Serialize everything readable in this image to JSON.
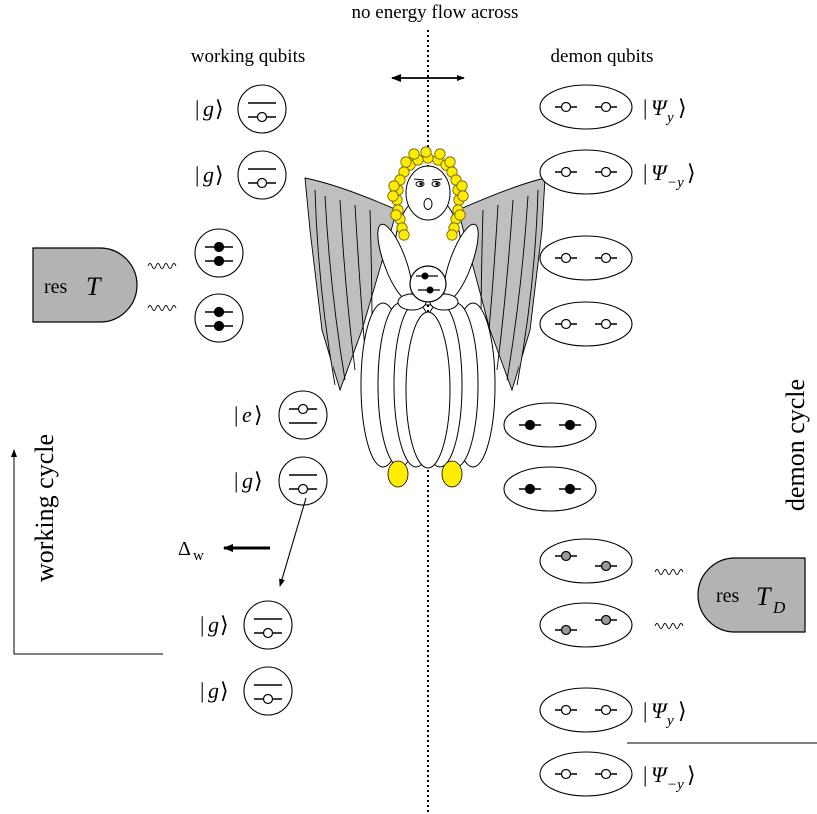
{
  "header": {
    "title": "no energy flow across"
  },
  "labels": {
    "working_qubits": "working qubits",
    "demon_qubits": "demon qubits",
    "working_cycle": "working cycle",
    "demon_cycle": "demon cycle",
    "delta_w_symbol": "Δ",
    "delta_w_sub": "w"
  },
  "reservoirs": {
    "res_T": {
      "prefix": "res",
      "symbol": "T",
      "sub": ""
    },
    "res_TD": {
      "prefix": "res",
      "symbol": "T",
      "sub": "D"
    }
  },
  "kets": {
    "g": "g",
    "e": "e",
    "psi": "Ψ",
    "psi_y": "y",
    "psi_my": "−y"
  },
  "colors": {
    "reservoir_fill": "#b3b3b3",
    "wing_fill": "#bfbfbf",
    "hair": "#ffeb00",
    "feet": "#ffee00",
    "gray_dot": "#999999"
  },
  "icons": [
    "angel-demon-figure",
    "double-arrow-icon",
    "wavy-coupling-icon",
    "arrow-icon",
    "qubit-icon"
  ]
}
